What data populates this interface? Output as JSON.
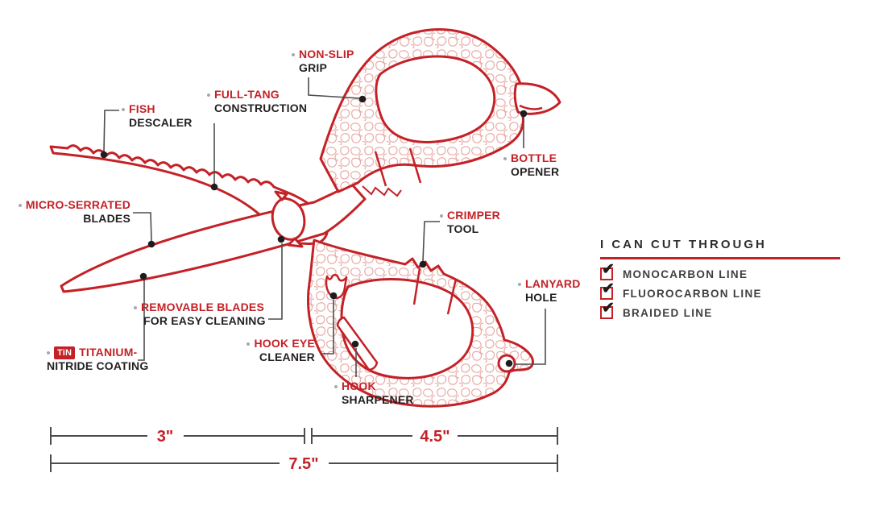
{
  "labels": [
    {
      "id": "non-slip-grip",
      "line1": "NON-SLIP",
      "line2": "GRIP"
    },
    {
      "id": "fish-descaler",
      "line1": "FISH",
      "line2": "DESCALER"
    },
    {
      "id": "full-tang-construction",
      "line1": "FULL-TANG",
      "line2": "CONSTRUCTION"
    },
    {
      "id": "bottle-opener",
      "line1": "BOTTLE",
      "line2": "OPENER"
    },
    {
      "id": "micro-serrated-blades",
      "line1": "MICRO-SERRATED",
      "line2": "BLADES"
    },
    {
      "id": "crimper-tool",
      "line1": "CRIMPER",
      "line2": "TOOL"
    },
    {
      "id": "lanyard-hole",
      "line1": "LANYARD",
      "line2": "HOLE"
    },
    {
      "id": "removable-blades",
      "line1": "REMOVABLE BLADES",
      "line2": "FOR EASY CLEANING"
    },
    {
      "id": "hook-eye-cleaner",
      "line1": "HOOK EYE",
      "line2": "CLEANER"
    },
    {
      "id": "titanium-nitride-coating",
      "badge": "TiN",
      "line1": "TITANIUM-",
      "line2": "NITRIDE COATING"
    },
    {
      "id": "hook-sharpener",
      "line1": "HOOK",
      "line2": "SHARPENER"
    }
  ],
  "cut_through": {
    "title": "I CAN CUT THROUGH",
    "items": [
      {
        "label": "MONOCARBON LINE",
        "checked": true
      },
      {
        "label": "FLUOROCARBON LINE",
        "checked": true
      },
      {
        "label": "BRAIDED LINE",
        "checked": true
      }
    ]
  },
  "dimensions": {
    "blade_length": "3\"",
    "handle_length": "4.5\"",
    "overall_length": "7.5\""
  },
  "icons": {
    "checkmark": "✔",
    "bullet": "dot"
  },
  "colors": {
    "red": "#C42127",
    "dark": "#231F20",
    "leader": "#4D4D4F",
    "bullet": "#A7A9AC",
    "texture": "#E8ACA7"
  }
}
